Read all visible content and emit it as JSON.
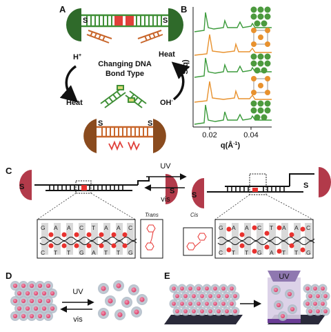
{
  "panels": {
    "a": "A",
    "b": "B",
    "c": "C",
    "d": "D",
    "e": "E"
  },
  "panel_a": {
    "center_line1": "Changing DNA",
    "center_line2": "Bond Type",
    "h_plus": "H",
    "h_plus_sup": "+",
    "heat_left": "Heat",
    "heat_right": "Heat",
    "oh_minus": "OH",
    "oh_minus_sup": "-",
    "s_label": "S",
    "colors": {
      "green_dna": "#3f8f36",
      "orange_dna": "#c8662b",
      "red_block": "#e0403a",
      "nanoparticle_green": "#2f6a2a",
      "nanoparticle_brown": "#8a4b1e"
    }
  },
  "panel_b": {
    "ylabel": "S(q)",
    "xlabel": "q(Å",
    "xlabel_sup": "-1",
    "xlabel_close": ")",
    "xticks": [
      "0.02",
      "0.04"
    ],
    "curve_colors": [
      "#3a9a3a",
      "#e8912d",
      "#3a9a3a",
      "#e8912d",
      "#3a9a3a"
    ]
  },
  "panel_c": {
    "uv": "UV",
    "vis": "vis",
    "trans": "Trans",
    "cis": "Cis",
    "s_label": "S",
    "left_top_bases": [
      "G",
      "A",
      "A",
      "C",
      "T",
      "A",
      "A",
      "C"
    ],
    "left_bottom_bases": [
      "C",
      "T",
      "T",
      "G",
      "A",
      "T",
      "T",
      "G"
    ],
    "right_top_bases": [
      "G",
      "A",
      "A",
      "C",
      "T",
      "A",
      "A",
      "C"
    ],
    "right_bottom_bases": [
      "C",
      "T",
      "T",
      "G",
      "A",
      "T",
      "T",
      "G"
    ],
    "colors": {
      "particle": "#b23a4a",
      "azo": "#e8322f"
    }
  },
  "panel_d": {
    "uv": "UV",
    "vis": "vis"
  },
  "panel_e": {
    "uv": "UV"
  }
}
